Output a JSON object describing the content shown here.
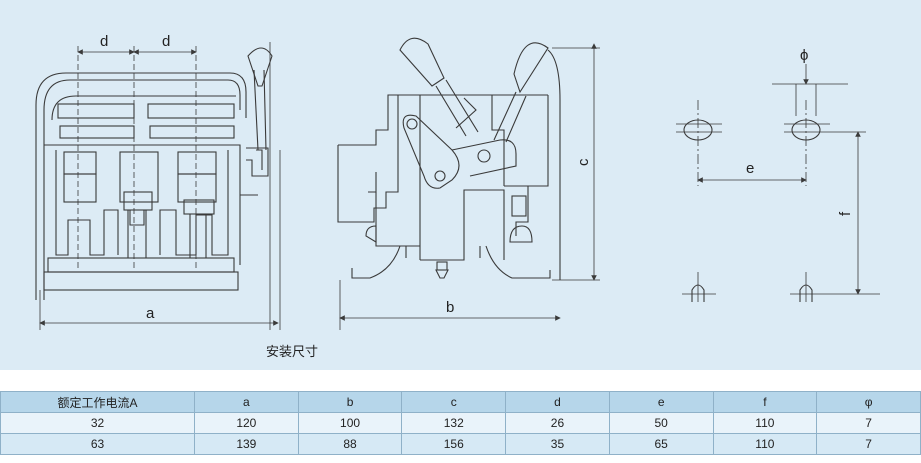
{
  "drawing": {
    "caption": "安装尺寸",
    "dims": {
      "d_left": "d",
      "d_right": "d",
      "a": "a",
      "b": "b",
      "c": "c",
      "phi": "ϕ",
      "e": "e",
      "f": "f"
    }
  },
  "table": {
    "headers": [
      "额定工作电流A",
      "a",
      "b",
      "c",
      "d",
      "e",
      "f",
      "φ"
    ],
    "rows": [
      [
        "32",
        "120",
        "100",
        "132",
        "26",
        "50",
        "110",
        "7"
      ],
      [
        "63",
        "139",
        "88",
        "156",
        "35",
        "65",
        "110",
        "7"
      ]
    ]
  },
  "colors": {
    "panel_background": "#dcebf5",
    "table_header": "#b6d6ea",
    "table_row_light": "#e9f3fa",
    "table_row_dark": "#d6e9f5"
  }
}
